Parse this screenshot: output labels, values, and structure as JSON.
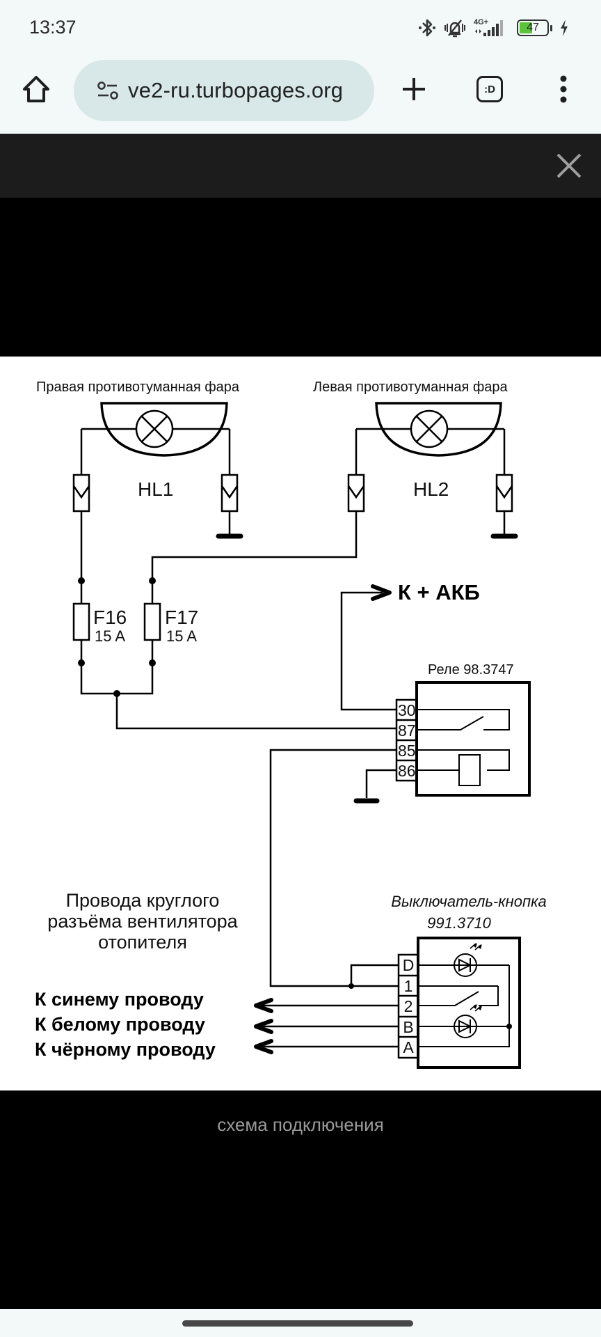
{
  "status_bar": {
    "time": "13:37",
    "icons": [
      "bluetooth-icon",
      "vibrate-silent-icon",
      "signal-4g-plus-icon",
      "battery-icon",
      "charging-icon"
    ],
    "network_label": "4G+",
    "battery_percent": 47,
    "battery_label": "47",
    "battery_color": "#5cc33c"
  },
  "browser": {
    "url": "ve2-ru.turbopages.org",
    "tabs_count_label": ":D"
  },
  "viewer": {
    "caption": "схема подключения"
  },
  "diagram": {
    "right_fog_lamp_label": "Правая противотуманная фара",
    "left_fog_lamp_label": "Левая противотуманная фара",
    "lamp1_id": "HL1",
    "lamp2_id": "HL2",
    "fuse1_id": "F16",
    "fuse1_rating": "15 A",
    "fuse2_id": "F17",
    "fuse2_rating": "15 A",
    "battery_label": "К + АКБ",
    "relay_label": "Реле 98.3747",
    "relay_pins": [
      "30",
      "87",
      "85",
      "86"
    ],
    "switch_label_line1": "Выключатель-кнопка",
    "switch_label_line2": "991.3710",
    "switch_pins": [
      "D",
      "1",
      "2",
      "B",
      "A"
    ],
    "heater_note_line1": "Провода круглого",
    "heater_note_line2": "разъёма вентилятора",
    "heater_note_line3": "отопителя",
    "wire_blue": "К синему проводу",
    "wire_white": "К белому проводу",
    "wire_black": "К чёрному проводу"
  }
}
